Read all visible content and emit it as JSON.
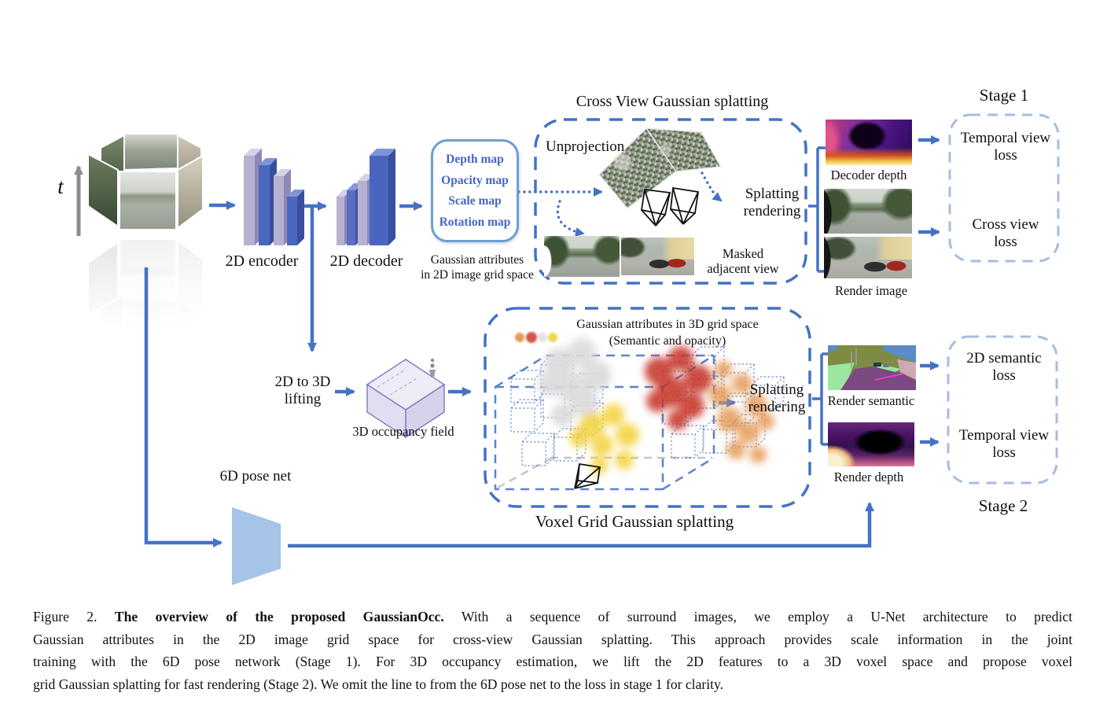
{
  "figure": {
    "time_axis_label": "t",
    "encoder_label": "2D encoder",
    "decoder_label": "2D decoder",
    "attribute_box": {
      "items": [
        "Depth map",
        "Opacity map",
        "Scale map",
        "Rotation map"
      ],
      "caption": "Gaussian attributes\nin 2D image grid space"
    },
    "cross_view": {
      "title": "Cross View Gaussian splatting",
      "unprojection_label": "Unprojection",
      "splatting_label": "Splatting\nrendering",
      "masked_label": "Masked\nadjacent view"
    },
    "stage1": {
      "title": "Stage 1",
      "temporal_loss": "Temporal view\nloss",
      "cross_loss": "Cross view\nloss",
      "decoder_depth_label": "Decoder depth",
      "render_image_label": "Render image"
    },
    "lifting_label": "2D to 3D\nlifting",
    "occupancy_label": "3D occupancy field",
    "voxel": {
      "title": "Gaussian attributes in 3D grid space\n(Semantic and opacity)",
      "splatting_label": "Splatting\nrendering",
      "box_label": "Voxel Grid Gaussian splatting"
    },
    "stage2": {
      "title": "Stage 2",
      "semantic_loss": "2D semantic\nloss",
      "temporal_loss": "Temporal view\nloss",
      "render_semantic_label": "Render semantic",
      "render_depth_label": "Render depth"
    },
    "pose_net_label": "6D pose net"
  },
  "caption": {
    "line1_prefix": "Figure 2.",
    "line1_bold": "The overview of the proposed GaussianOcc.",
    "line1_rest": "With a sequence of surround images, we employ a U-Net architecture to predict",
    "line2": "Gaussian attributes in the 2D image grid space for cross-view Gaussian splatting. This approach provides scale information in the joint",
    "line3": "training with the 6D pose network (Stage 1). For 3D occupancy estimation, we lift the 2D features to a 3D voxel space and propose voxel",
    "line4": "grid Gaussian splatting for fast rendering (Stage 2). We omit the line to from the 6D pose net to the loss in stage 1 for clarity."
  },
  "colors": {
    "arrow_blue": "#4472C4",
    "stage_dash_blue": "#A7BCE1",
    "attr_border_blue": "#6C9FD4",
    "attr_text_blue": "#4466C4",
    "pose_net_fill": "#A5C4E6",
    "occupancy_fill": "#EFECF8",
    "gaussian_red": "#C8362C",
    "gaussian_yellow": "#F2D33A",
    "gaussian_orange": "#E59B55",
    "gaussian_white": "#DCDCDC"
  }
}
